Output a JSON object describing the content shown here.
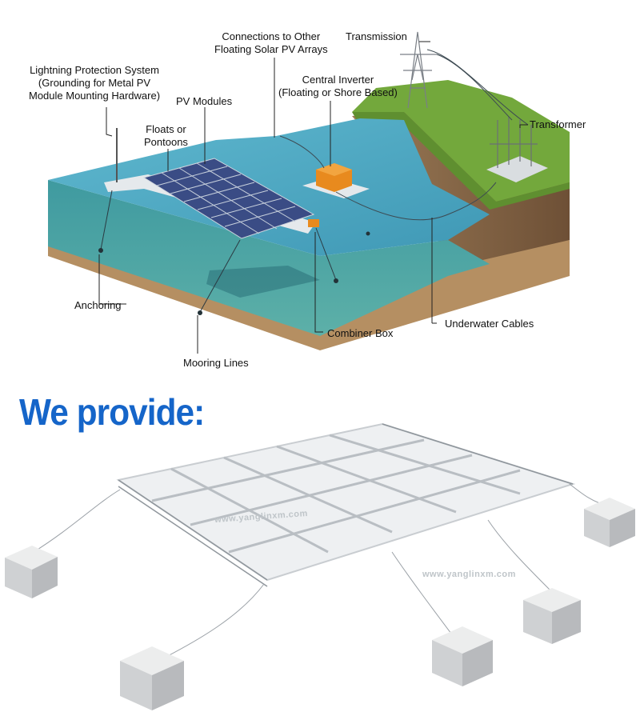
{
  "top_diagram": {
    "labels": {
      "connections": [
        "Connections to Other",
        "Floating Solar PV Arrays"
      ],
      "transmission": "Transmission",
      "lightning": [
        "Lightning Protection System",
        "(Grounding for Metal PV",
        "Module Mounting Hardware)"
      ],
      "central_inverter": [
        "Central Inverter",
        "(Floating or Shore Based)"
      ],
      "pv_modules": "PV Modules",
      "floats": [
        "Floats or",
        "Pontoons"
      ],
      "transformer": "Transformer",
      "anchoring": "Anchoring",
      "combiner_box": "Combiner Box",
      "underwater_cables": "Underwater Cables",
      "mooring_lines": "Mooring Lines"
    }
  },
  "headline": "We provide:",
  "bottom_diagram": {
    "watermarks": [
      "www.yanglinxm.com",
      "www.yanglinxm.com"
    ]
  },
  "colors": {
    "headline": "#1565c9",
    "water_top": "#4aa9c4",
    "water_side": "#2f8a8f",
    "grass": "#6fa63a",
    "soil": "#8a6a4a",
    "panel": "#3d4f86",
    "inverter": "#e88a1e",
    "float_white": "#e9ecee",
    "anchor_block": "#d4d6d8"
  }
}
